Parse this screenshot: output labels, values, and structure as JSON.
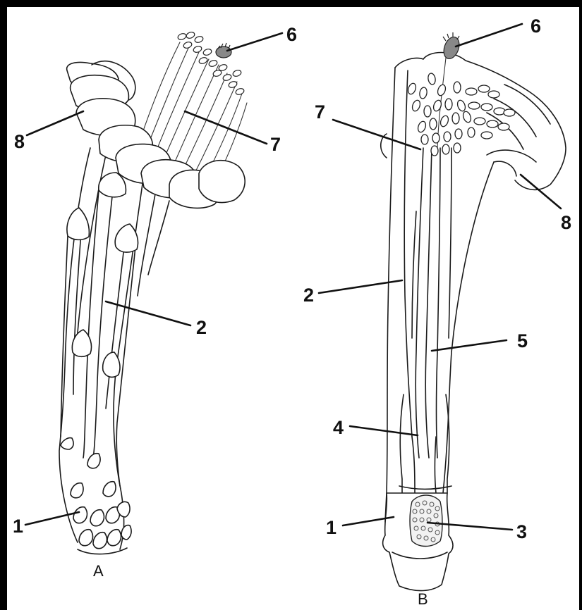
{
  "figure_a": {
    "caption": "A",
    "labels": {
      "l1": "1",
      "l2": "2",
      "l6": "6",
      "l7": "7",
      "l8": "8"
    }
  },
  "figure_b": {
    "caption": "B",
    "labels": {
      "l1": "1",
      "l2": "2",
      "l3": "3",
      "l4": "4",
      "l5": "5",
      "l6": "6",
      "l7": "7",
      "l8": "8"
    }
  },
  "colors": {
    "frame": "#000000",
    "ink": "#1a1a1a",
    "background": "#ffffff"
  }
}
